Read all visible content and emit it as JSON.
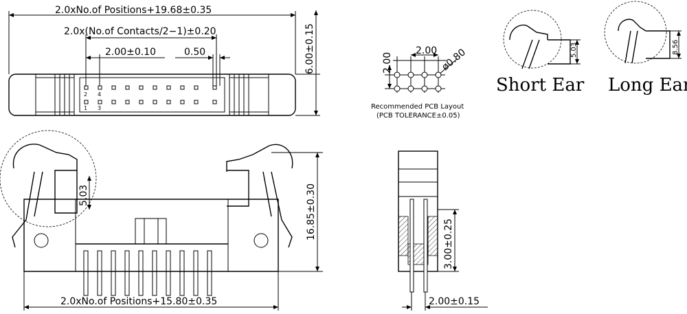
{
  "top_view": {
    "overall_length": "2.0xNo.of  Positions+19.68±0.35",
    "contact_span": "2.0x(No.of  Contacts/2−1)±0.20",
    "pitch": "2.00±0.10",
    "pin_size": "0.50",
    "height": "6.00±0.15",
    "pin_labels": [
      "2",
      "4",
      "1",
      "3"
    ]
  },
  "pcb_layout": {
    "pitch_h": "2.00",
    "pitch_v": "2.00",
    "hole_dia": "ø0.80",
    "caption": "Recommended PCB Layout",
    "tolerance": "(PCB TOLERANCE±0.05)"
  },
  "ears": {
    "short_label": "Short Ear",
    "short_dim": "5.03",
    "long_label": "Long Ear",
    "long_dim": "8.56"
  },
  "front_view": {
    "ear_dim": "5.03",
    "height": "16.85±0.30",
    "bottom_length": "2.0xNo.of  Positions+15.80±0.35"
  },
  "side_view": {
    "tail_length": "3.00±0.25",
    "pitch": "2.00±0.15"
  }
}
